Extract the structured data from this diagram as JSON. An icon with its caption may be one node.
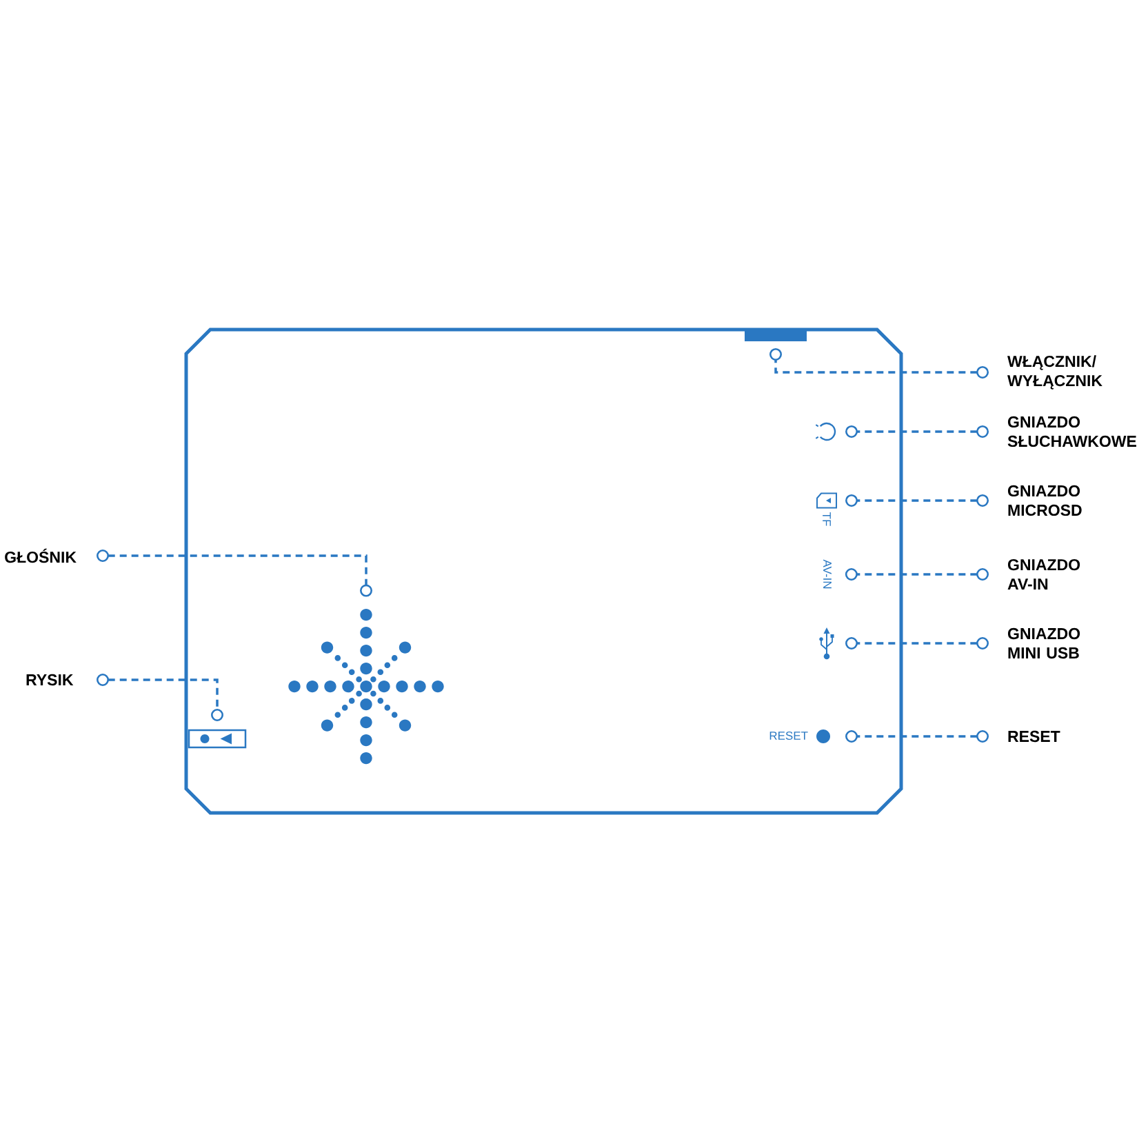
{
  "diagram": {
    "nodes": [
      {
        "text": [],
        "shape": "box"
      },
      {
        "text": [],
        "shape": "bar",
        "in": 0
      },
      {
        "text": [
          "WŁĄCZNIK/ WYŁĄCZNIK"
        ]
      },
      {
        "text": [],
        "shape": "picture",
        "in": 0
      },
      {
        "text": [
          "GNIAZDO SŁUCHAWKOWE"
        ]
      },
      {
        "text": [],
        "shape": "picture",
        "in": 0,
        "beside": [
          "TF"
        ]
      },
      {
        "text": [
          "GNIAZDO MICROSD"
        ]
      },
      {
        "text": [
          "GŁOŚNIK"
        ]
      },
      {
        "text": [],
        "shape": "picture",
        "in": 0
      },
      {
        "text": [
          "AV-IN"
        ],
        "in": 0
      },
      {
        "text": [
          "GNIAZDO AV-IN"
        ]
      },
      {
        "text": [],
        "shape": "picture",
        "in": 0
      },
      {
        "text": [
          "GNIAZDO MINI USB"
        ]
      },
      {
        "text": [
          "RYSIK"
        ]
      },
      {
        "text": [],
        "shape": "picture",
        "in": 0
      },
      {
        "text": [],
        "shape": "circle",
        "in": 0,
        "beside": [
          "RESET"
        ]
      },
      {
        "text": [
          "RESET"
        ]
      }
    ],
    "edges": [
      {
        "from": 2,
        "to": 1,
        "arrow": "other",
        "style": "dashed"
      },
      {
        "from": 4,
        "to": 3,
        "arrow": "other",
        "style": "dashed"
      },
      {
        "from": 6,
        "to": 5,
        "arrow": "other",
        "style": "dashed"
      },
      {
        "from": 7,
        "to": 8,
        "arrow": "other",
        "style": "dashed"
      },
      {
        "from": 10,
        "to": 9,
        "arrow": "other",
        "style": "dashed"
      },
      {
        "from": 12,
        "to": 11,
        "arrow": "other",
        "style": "dashed"
      },
      {
        "from": 13,
        "to": 14,
        "arrow": "other",
        "style": "dashed"
      },
      {
        "from": 16,
        "to": 15,
        "arrow": "other",
        "style": "dashed"
      }
    ]
  }
}
